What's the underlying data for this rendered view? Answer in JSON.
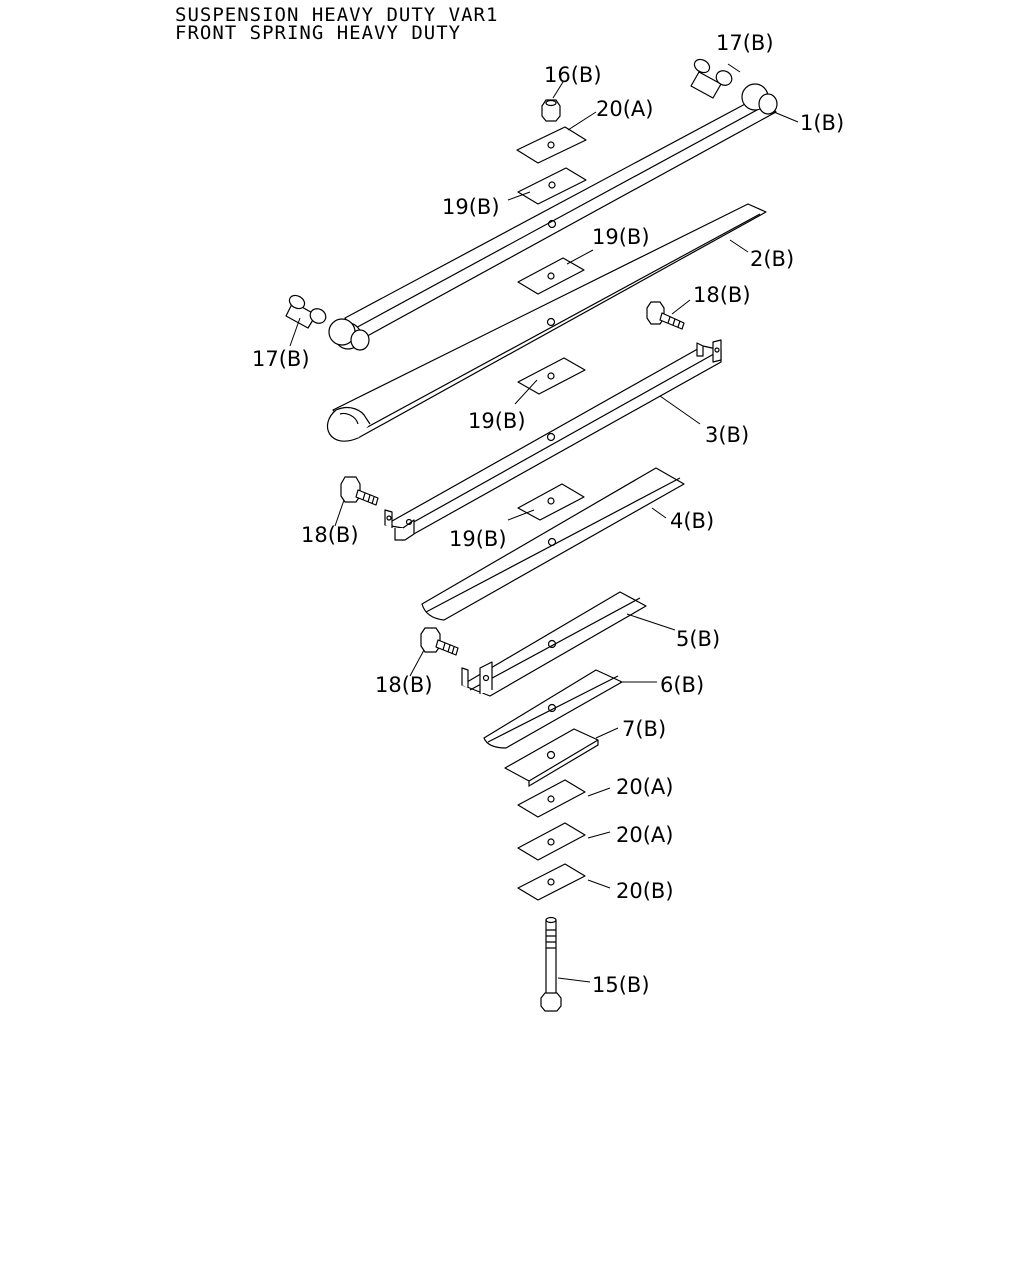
{
  "header": {
    "line1": "SUSPENSION HEAVY DUTY VAR1",
    "line2": "FRONT SPRING HEAVY DUTY"
  },
  "callouts": {
    "c1": "1(B)",
    "c2": "2(B)",
    "c3": "3(B)",
    "c4": "4(B)",
    "c5": "5(B)",
    "c6": "6(B)",
    "c7": "7(B)",
    "c15": "15(B)",
    "c16": "16(B)",
    "c17a": "17(B)",
    "c17b": "17(B)",
    "c18a": "18(B)",
    "c18b": "18(B)",
    "c18c": "18(B)",
    "c19a": "19(B)",
    "c19b": "19(B)",
    "c19c": "19(B)",
    "c19d": "19(B)",
    "c20a": "20(A)",
    "c20b": "20(A)",
    "c20c": "20(A)",
    "c20d": "20(B)"
  }
}
